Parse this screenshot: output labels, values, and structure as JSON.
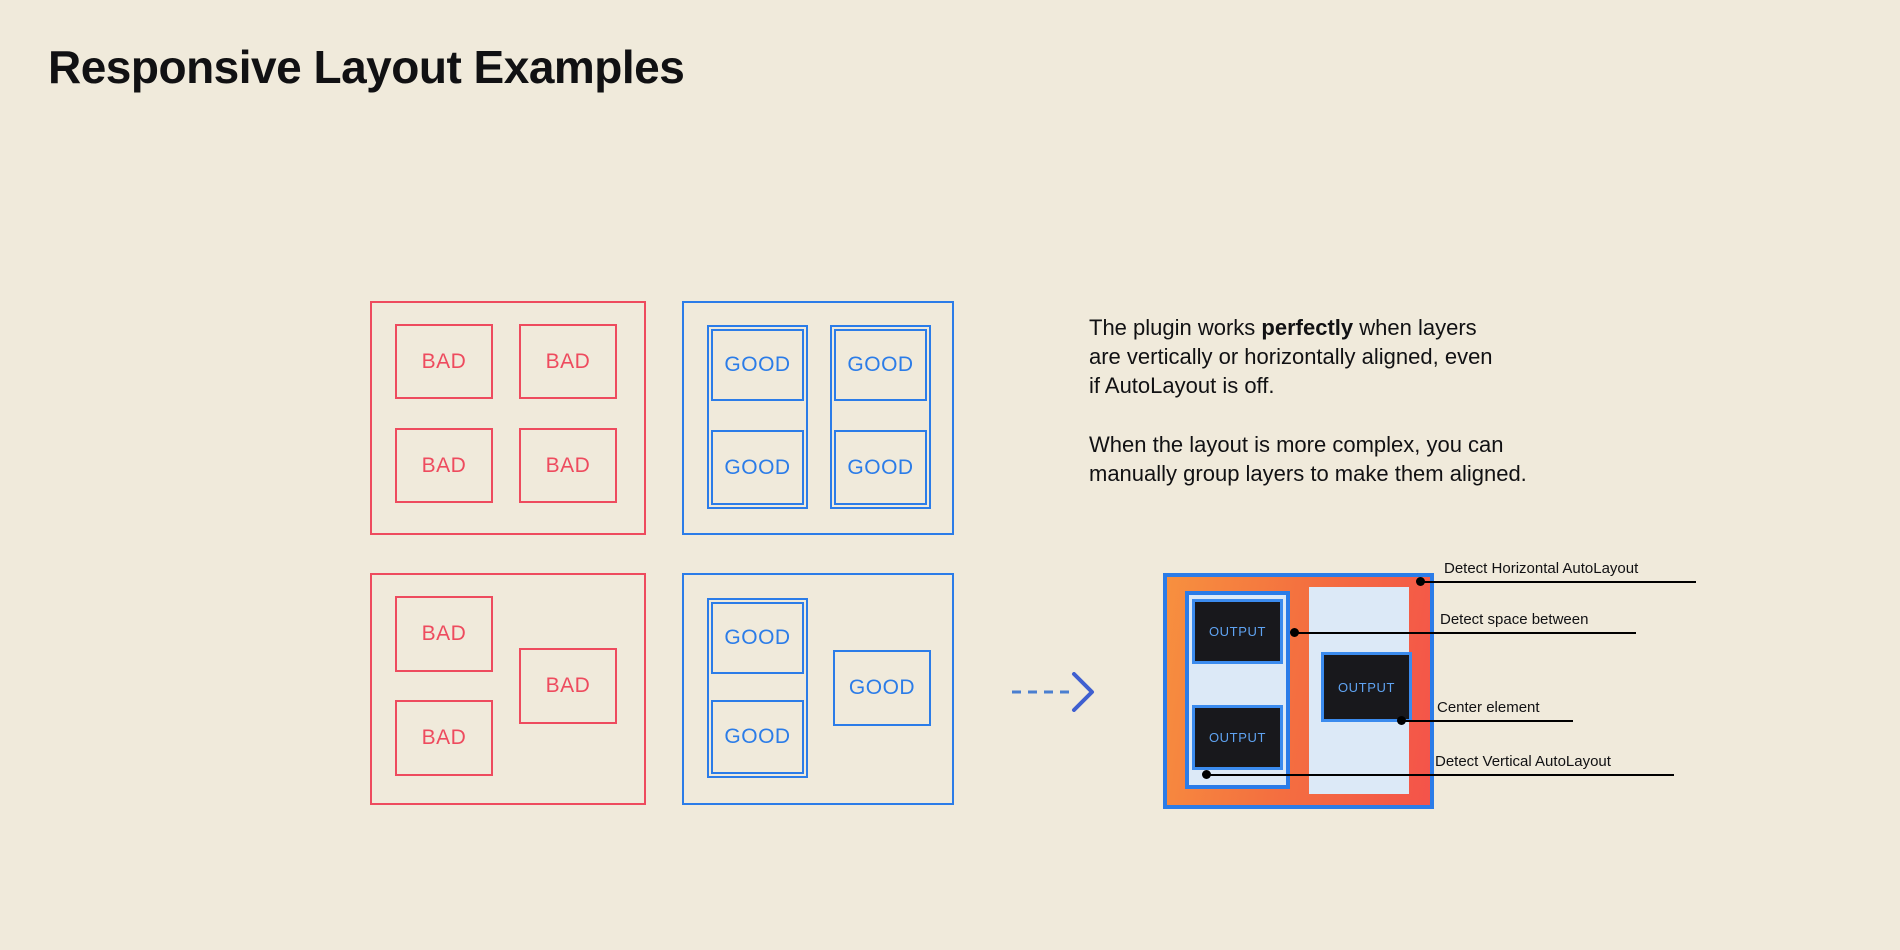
{
  "page": {
    "title": "Responsive Layout Examples",
    "background_color": "#F0EADB",
    "bad_color": "#EE4B5E",
    "good_color": "#2B7CE8",
    "accent_orange": "#F7903F",
    "accent_red": "#F4534A",
    "panel_light": "#DCE9F7",
    "output_bg": "#18181C"
  },
  "examples": {
    "bad_label": "BAD",
    "good_label": "GOOD",
    "groups": [
      {
        "name": "bad-grid-top",
        "kind": "bad",
        "cells": [
          "BAD",
          "BAD",
          "BAD",
          "BAD"
        ]
      },
      {
        "name": "good-grid-top",
        "kind": "good",
        "cells": [
          "GOOD",
          "GOOD",
          "GOOD",
          "GOOD"
        ]
      },
      {
        "name": "bad-grid-bottom",
        "kind": "bad",
        "cells": [
          "BAD",
          "BAD",
          "BAD"
        ]
      },
      {
        "name": "good-grid-bottom",
        "kind": "good",
        "cells": [
          "GOOD",
          "GOOD",
          "GOOD"
        ]
      }
    ]
  },
  "copy": {
    "paragraph_1_before": "The plugin works ",
    "paragraph_1_bold": "perfectly",
    "paragraph_1_after": " when layers are vertically or horizontally aligned, even if AutoLayout is off.",
    "paragraph_2": "When the layout is more complex, you can manually group layers to make them aligned."
  },
  "arrow": {
    "icon": "dashed-arrow-right-icon"
  },
  "detail_panel": {
    "output_label": "OUTPUT",
    "outputs": [
      "OUTPUT",
      "OUTPUT",
      "OUTPUT"
    ],
    "annotations": [
      "Detect Horizontal AutoLayout",
      "Detect space between",
      "Center element",
      "Detect Vertical AutoLayout"
    ]
  }
}
